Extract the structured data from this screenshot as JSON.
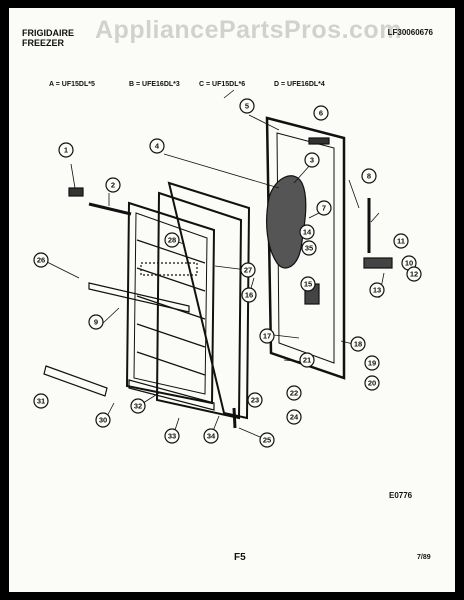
{
  "header": {
    "brand": "FRIGIDAIRE",
    "product": "FREEZER",
    "model_number": "LF30060676",
    "watermark": "AppliancePartsPros.com"
  },
  "variants": [
    "A = UF15DL*5",
    "B = UFE16DL*3",
    "C = UF15DL*6",
    "D = UFE16DL*4"
  ],
  "callouts": [
    "1",
    "2",
    "3",
    "4",
    "5",
    "6",
    "7",
    "8",
    "9",
    "10",
    "11",
    "12",
    "13",
    "14",
    "15",
    "16",
    "17",
    "18",
    "19",
    "20",
    "21",
    "22",
    "23",
    "24",
    "25",
    "26",
    "27",
    "28",
    "30",
    "31",
    "32",
    "33",
    "34",
    "35"
  ],
  "footer": {
    "figure_code": "E0776",
    "page_marker": "F5",
    "date_code": "7/89"
  }
}
